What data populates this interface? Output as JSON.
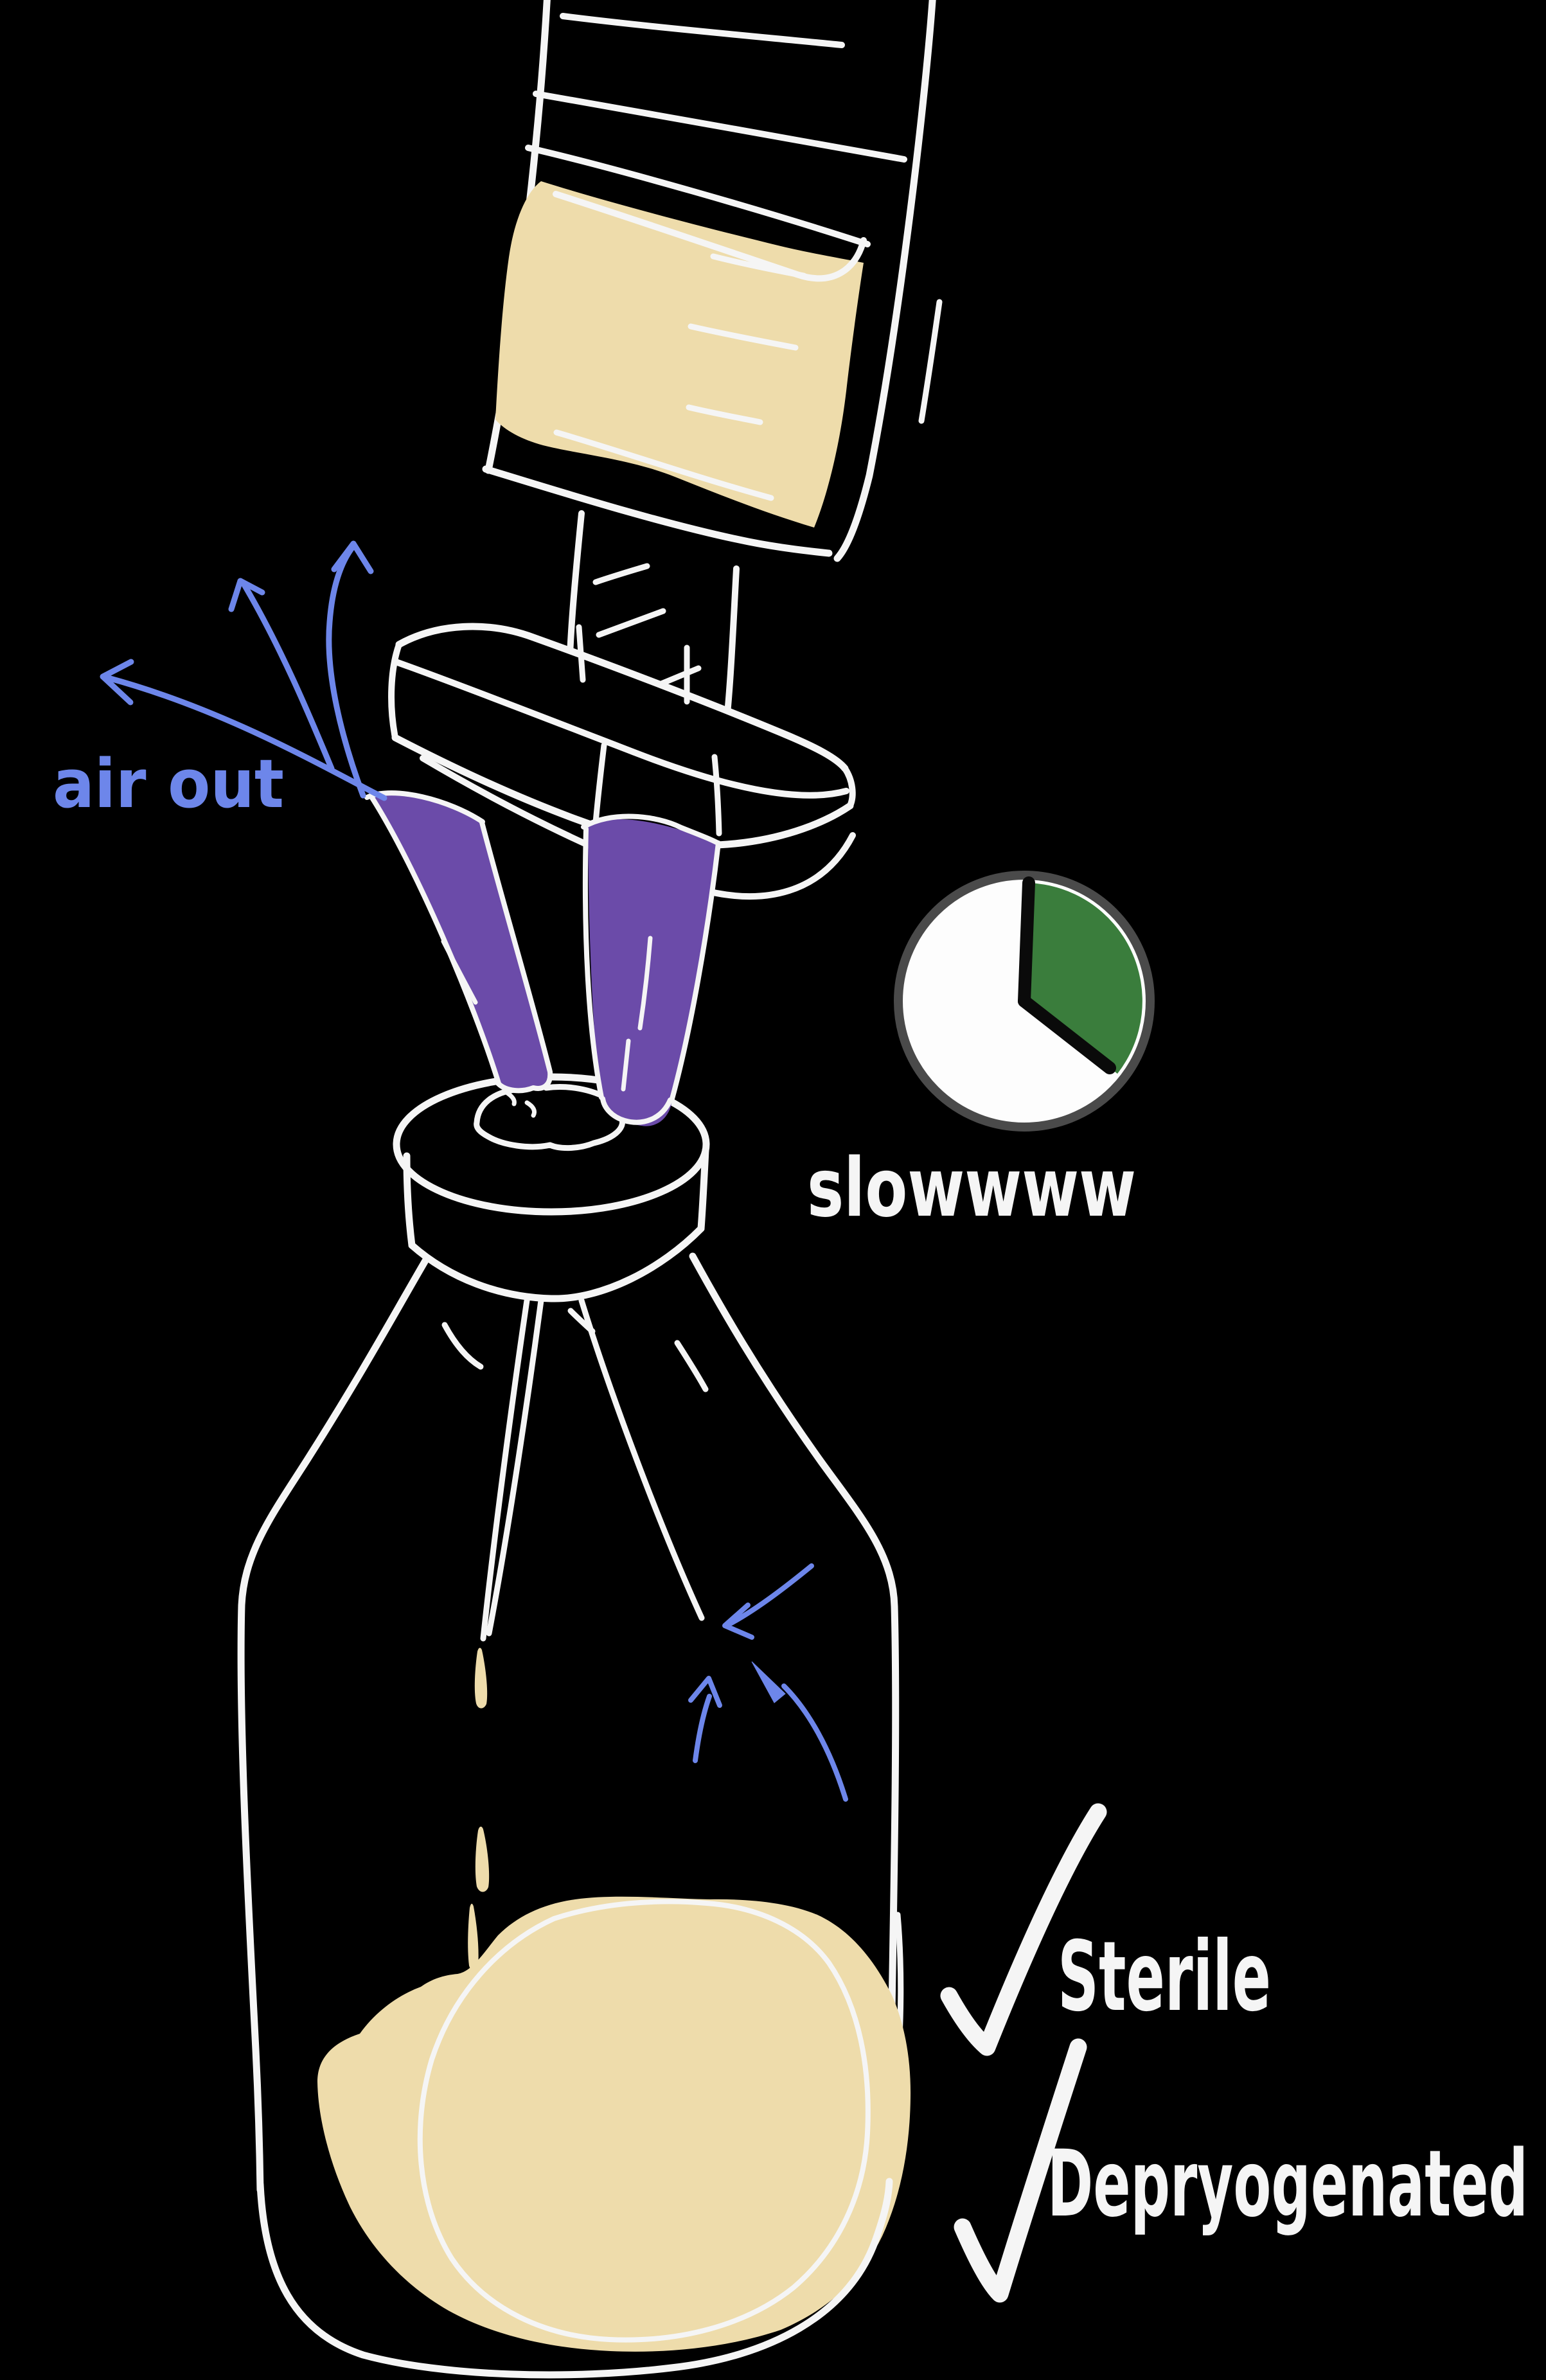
{
  "diagram": {
    "colors": {
      "bg": "#000000",
      "ink": "#f5f5f5",
      "liquid": "#eedcab",
      "needle": "#6b4ba9",
      "annotation": "#6d86ea",
      "timer_green": "#3a7d3c",
      "timer_ring": "#4a4a4a",
      "timer_face": "#fdfdfd",
      "timer_hands": "#0a0a0a"
    },
    "annotations": {
      "air_out": {
        "label": "air out"
      },
      "timer": {
        "icon": "clock-icon",
        "label": "slowwww"
      },
      "checklist": {
        "items": [
          {
            "icon": "checkmark-icon",
            "label": "Sterile"
          },
          {
            "icon": "checkmark-icon",
            "label": "Depryogenated"
          }
        ]
      }
    }
  }
}
